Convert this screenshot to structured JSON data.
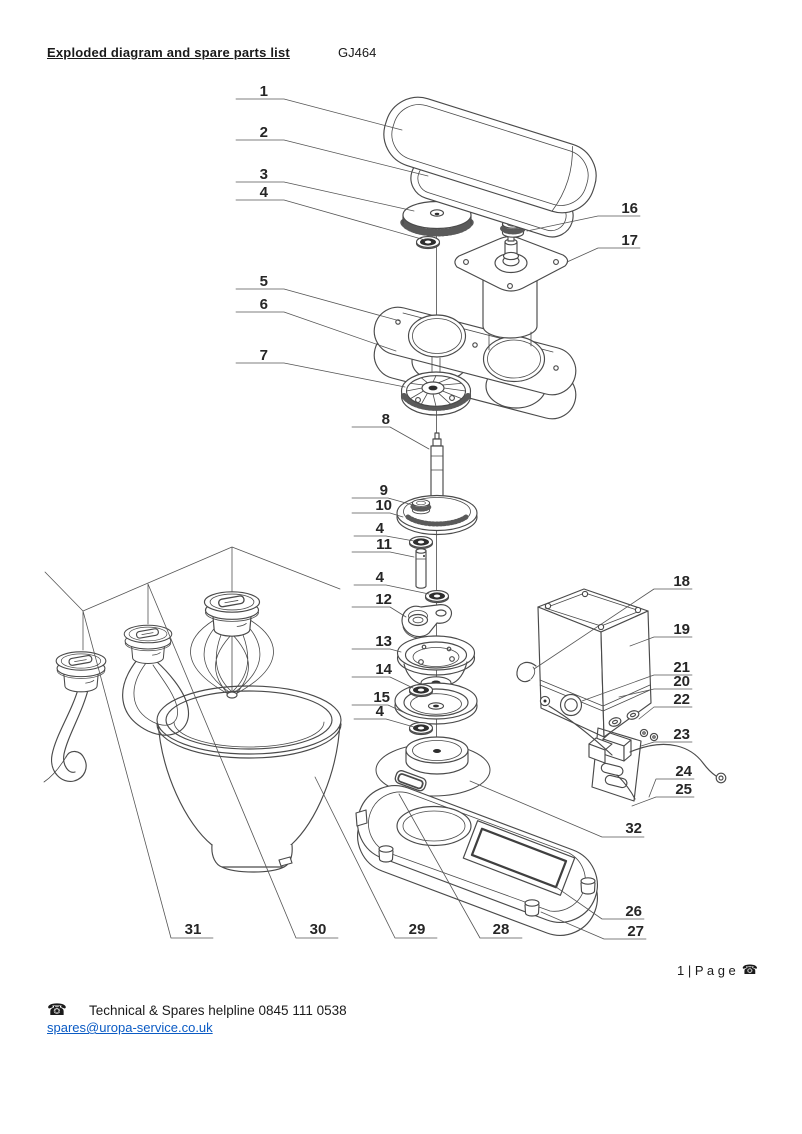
{
  "header": {
    "title": "Exploded diagram and spare parts list",
    "model": "GJ464"
  },
  "diagram": {
    "callouts": [
      "1",
      "2",
      "3",
      "4",
      "5",
      "6",
      "7",
      "8",
      "9",
      "10",
      "11",
      "12",
      "13",
      "14",
      "15",
      "16",
      "17",
      "18",
      "19",
      "20",
      "21",
      "22",
      "23",
      "24",
      "25",
      "26",
      "27",
      "28",
      "29",
      "30",
      "31",
      "32"
    ]
  },
  "footer": {
    "page_number": "1 | P a g e",
    "phone_icon": "☎",
    "helpline": "Technical & Spares helpline 0845 111 0538",
    "email": "spares@uropa-service.co.uk"
  },
  "colors": {
    "link_blue": "#0b5bc4",
    "line_art": "#4a4a4a"
  }
}
